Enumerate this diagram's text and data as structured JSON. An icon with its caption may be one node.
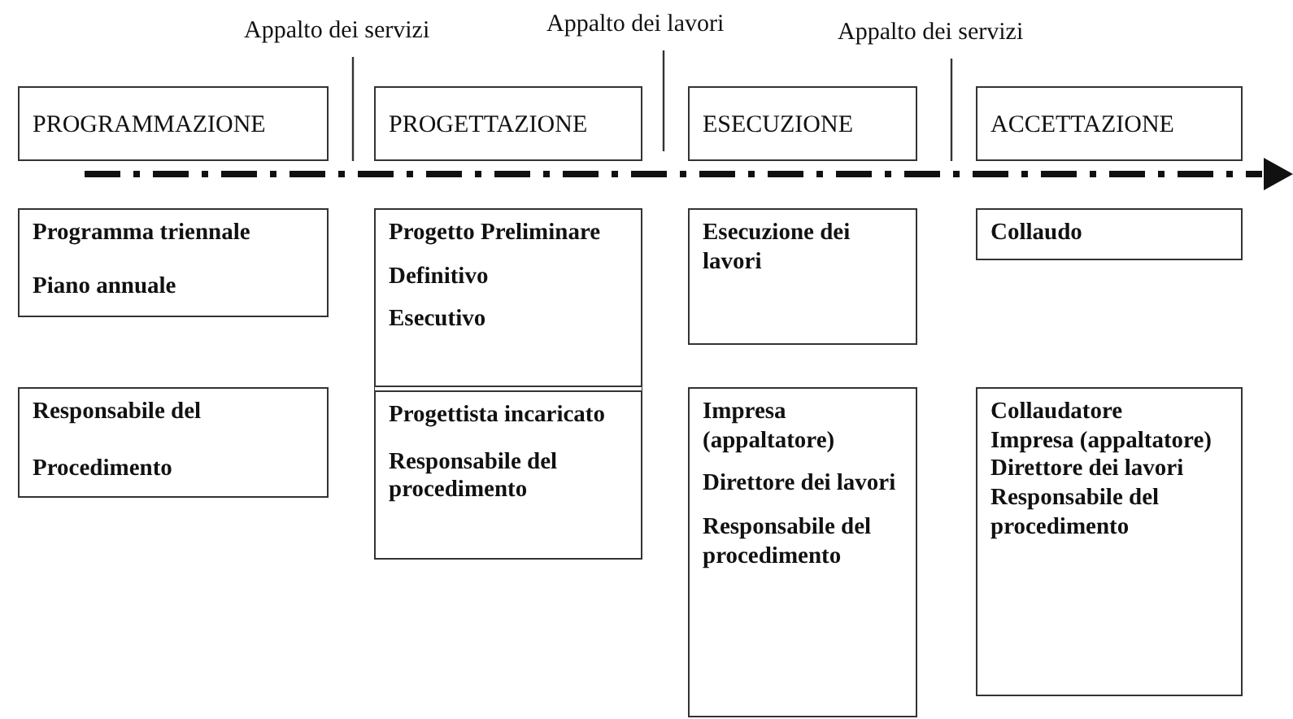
{
  "diagram": {
    "nodes": [
      {
        "text": [
          "Appalto dei servizi"
        ]
      },
      {
        "text": [
          "Appalto dei lavori"
        ]
      },
      {
        "text": [
          "Appalto dei servizi"
        ]
      },
      {
        "text": [
          "PROGRAMMAZIONE"
        ]
      },
      {
        "text": [
          "PROGETTAZIONE"
        ]
      },
      {
        "text": [
          "ESECUZIONE"
        ]
      },
      {
        "text": [
          "ACCETTAZIONE"
        ]
      },
      {
        "text": [
          "Programma triennale",
          "Piano annuale"
        ]
      },
      {
        "text": [
          "Progetto Preliminare",
          "Definitivo",
          "Esecutivo"
        ]
      },
      {
        "text": [
          "Esecuzione dei lavori"
        ]
      },
      {
        "text": [
          "Collaudo"
        ]
      },
      {
        "text": [
          "Responsabile del",
          "Procedimento"
        ]
      },
      {
        "text": [
          "Progettista incaricato",
          "Responsabile del procedimento"
        ]
      },
      {
        "text": [
          "Impresa (appaltatore)",
          "Direttore dei lavori",
          "Responsabile del procedimento"
        ]
      },
      {
        "text": [
          "Collaudatore",
          "Impresa (appaltatore)",
          "Direttore dei lavori",
          "Responsabile del procedimento"
        ]
      }
    ],
    "edges": [
      {
        "from": 0,
        "to": null,
        "arrow": "none"
      },
      {
        "from": 1,
        "to": null,
        "arrow": "none"
      },
      {
        "from": 2,
        "to": null,
        "arrow": "none"
      }
    ]
  }
}
